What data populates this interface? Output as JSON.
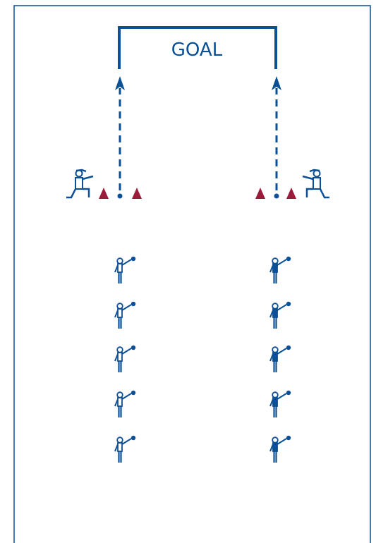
{
  "goal": {
    "label": "GOAL"
  },
  "colors": {
    "primary": "#0b4f96",
    "cone": "#9b1b3a",
    "background": "#ffffff"
  },
  "coaches": [
    {
      "side": "left",
      "facing": "right",
      "pose": "kneeling-pointing"
    },
    {
      "side": "right",
      "facing": "left",
      "pose": "kneeling-pointing"
    }
  ],
  "cones": {
    "count_per_side": 2
  },
  "lines": [
    {
      "side": "left",
      "players": 5,
      "team": "light",
      "icon": "player-with-ball-icon"
    },
    {
      "side": "right",
      "players": 5,
      "team": "dark",
      "icon": "player-with-ball-icon"
    }
  ],
  "paths": [
    {
      "side": "left",
      "style": "dashed",
      "direction": "toward-goal"
    },
    {
      "side": "right",
      "style": "dashed",
      "direction": "toward-goal"
    }
  ]
}
